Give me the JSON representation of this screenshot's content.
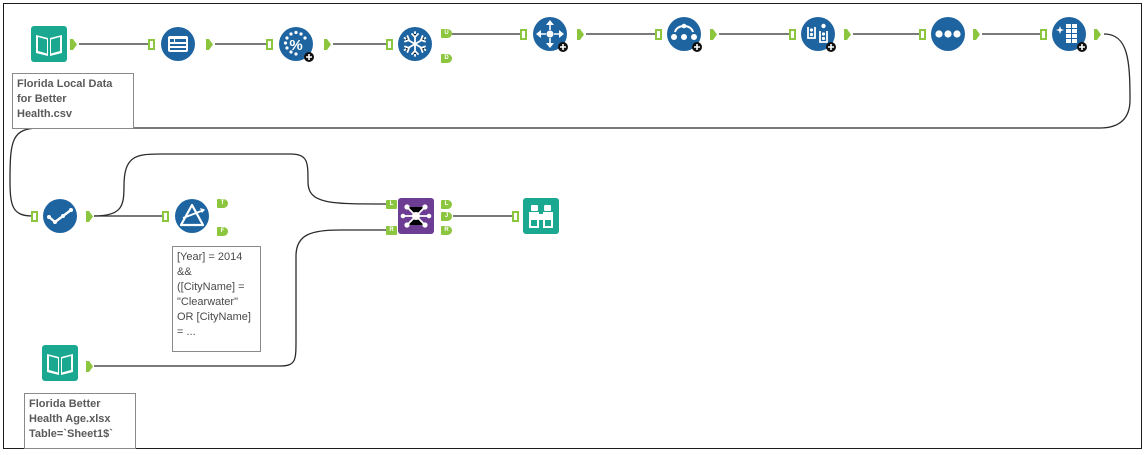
{
  "colors": {
    "input_teal": "#1aa891",
    "prep_blue": "#1e64a0",
    "join_purple": "#6d3c93",
    "connector_green": "#8cc63f",
    "wire": "#2b2b2b"
  },
  "tools": [
    {
      "id": "input1",
      "icon": "book-icon",
      "category": "input"
    },
    {
      "id": "select",
      "icon": "select-columns-icon",
      "category": "preparation"
    },
    {
      "id": "sample",
      "icon": "percent-icon",
      "category": "preparation"
    },
    {
      "id": "crosstab",
      "icon": "snowflake-icon",
      "category": "transform"
    },
    {
      "id": "tool5",
      "icon": "move-arrows-icon",
      "category": "macro"
    },
    {
      "id": "tool6",
      "icon": "dots-arc-icon",
      "category": "macro"
    },
    {
      "id": "tool7",
      "icon": "people-icon",
      "category": "macro"
    },
    {
      "id": "tool8",
      "icon": "three-dots-icon",
      "category": "macro"
    },
    {
      "id": "tool9",
      "icon": "grid-sparkle-icon",
      "category": "macro"
    },
    {
      "id": "checkmark",
      "icon": "check-icon",
      "category": "preparation"
    },
    {
      "id": "filter",
      "icon": "filter-triangle-icon",
      "category": "preparation"
    },
    {
      "id": "join",
      "icon": "join-icon",
      "category": "join"
    },
    {
      "id": "browse",
      "icon": "binoculars-icon",
      "category": "output"
    },
    {
      "id": "input2",
      "icon": "book-icon",
      "category": "input"
    }
  ],
  "anchors": {
    "crosstab_out": [
      "U",
      "D"
    ],
    "filter_out": [
      "T",
      "F"
    ],
    "join_in": [
      "L",
      "R"
    ],
    "join_out": [
      "L",
      "J",
      "R"
    ]
  },
  "annotations": {
    "input1": [
      "Florida Local Data",
      "for Better",
      "Health.csv"
    ],
    "filter": [
      "[Year] = 2014",
      "&&",
      "([CityName] =",
      "\"Clearwater\"",
      "OR [CityName]",
      "= ..."
    ],
    "input2": [
      "Florida Better",
      "Health Age.xlsx",
      "Table=`Sheet1$`"
    ]
  }
}
